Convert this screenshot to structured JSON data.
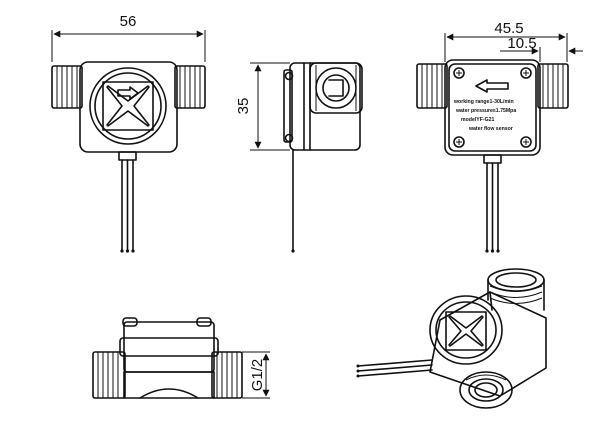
{
  "dimensions": {
    "width_total": "56",
    "height": "35",
    "width_back": "45.5",
    "offset_back": "10.5",
    "thread": "G1/2"
  },
  "label_plate": {
    "line1": "working  range1-30L/min",
    "line2": "water  pressure≤1.75Mpa",
    "line3": "modelYF-G21",
    "line4": "water  flow  sensor"
  }
}
